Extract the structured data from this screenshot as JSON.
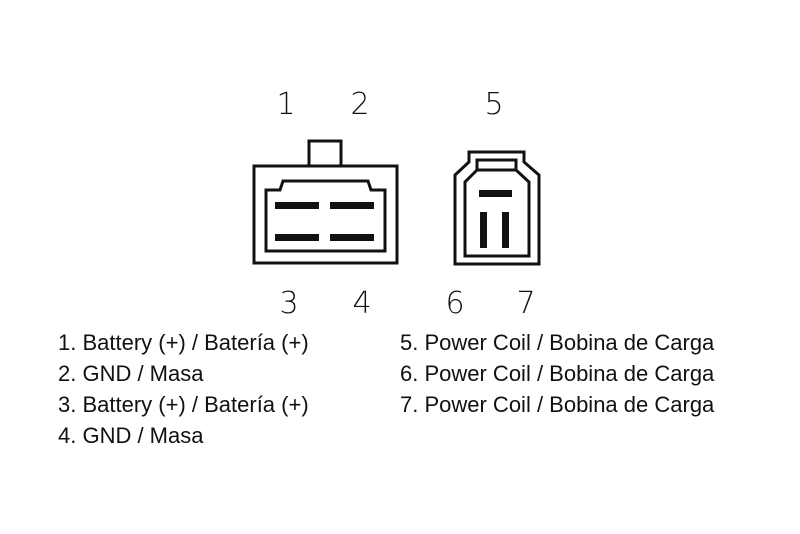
{
  "connector_a": {
    "pin_labels": [
      "1",
      "2",
      "3",
      "4"
    ]
  },
  "connector_b": {
    "pin_labels": [
      "5",
      "6",
      "7"
    ]
  },
  "legend": {
    "left": [
      "1. Battery (+) / Batería (+)",
      "2. GND / Masa",
      "3. Battery (+) / Batería (+)",
      "4. GND / Masa"
    ],
    "right": [
      "5. Power Coil / Bobina de Carga",
      "6. Power Coil / Bobina de Carga",
      "7. Power Coil / Bobina de Carga"
    ]
  },
  "colors": {
    "stroke": "#111111",
    "background": "#ffffff"
  }
}
